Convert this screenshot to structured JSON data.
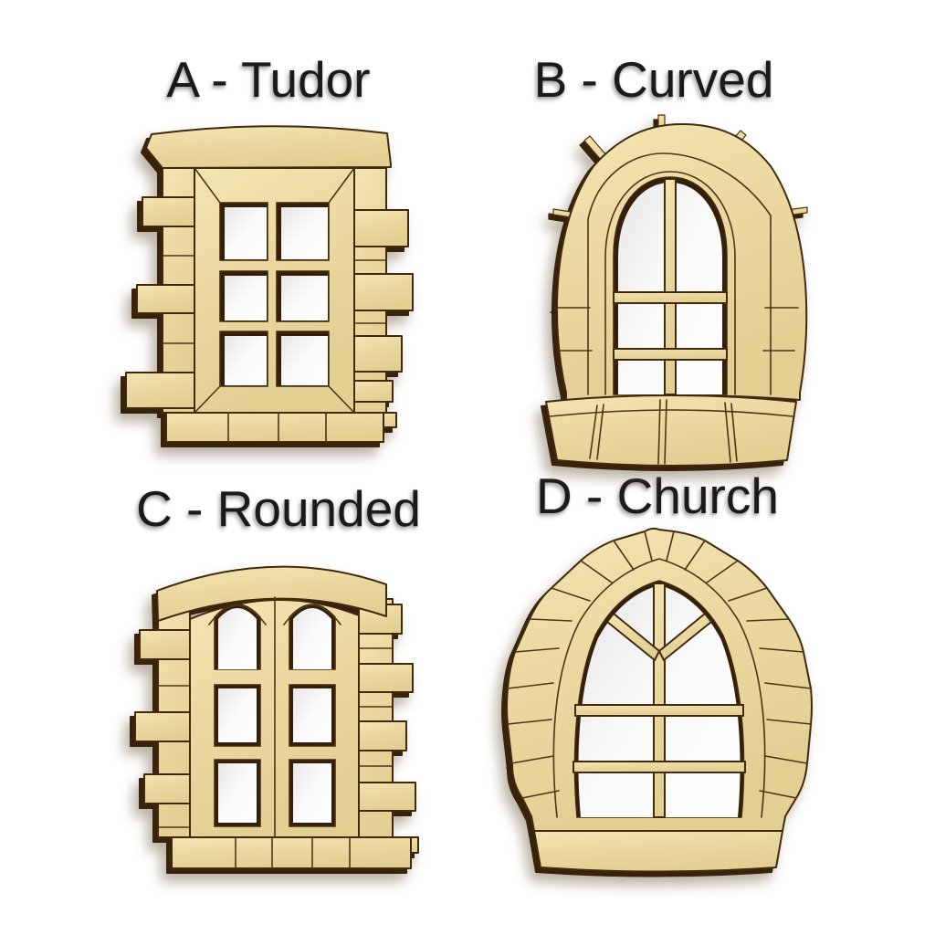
{
  "product_image": {
    "background_color": "#ffffff",
    "material_colors": {
      "wood_light": "#f2e5b3",
      "wood_mid": "#ebd9a1",
      "wood_dark": "#e2cf92",
      "cut_edge": "#38220c",
      "outline": "#42290e",
      "engraving": "#4f3314",
      "hole_shadow": "#351f0a",
      "pane_background": "#ffffff",
      "label_color": "#1a1a1a"
    },
    "variants": [
      {
        "id": "A",
        "label": "A - Tudor"
      },
      {
        "id": "B",
        "label": "B - Curved"
      },
      {
        "id": "C",
        "label": "C - Rounded"
      },
      {
        "id": "D",
        "label": "D - Church"
      }
    ]
  }
}
